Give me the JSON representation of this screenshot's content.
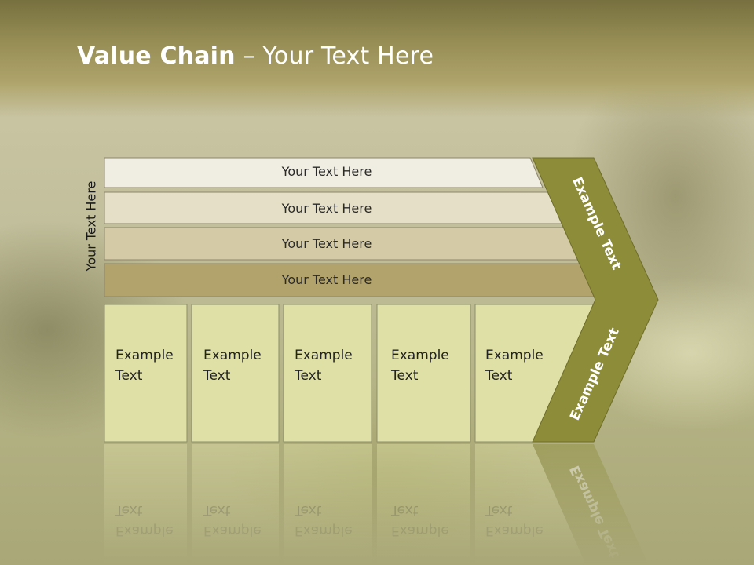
{
  "title": {
    "bold": "Value Chain",
    "rest": " – Your Text Here"
  },
  "side_label": "Your Text Here",
  "rows": [
    {
      "label": "Your Text Here",
      "fill": "#f0eee2"
    },
    {
      "label": "Your Text Here",
      "fill": "#e4dfc6"
    },
    {
      "label": "Your Text Here",
      "fill": "#d4cba6"
    },
    {
      "label": "Your Text Here",
      "fill": "#b2a26c"
    }
  ],
  "boxes": [
    {
      "line1": "Example",
      "line2": "Text"
    },
    {
      "line1": "Example",
      "line2": "Text"
    },
    {
      "line1": "Example",
      "line2": "Text"
    },
    {
      "line1": "Example",
      "line2": "Text"
    },
    {
      "line1": "Example",
      "line2": "Text"
    }
  ],
  "arrow": {
    "top_text": "Example Text",
    "bottom_text": "Example Text",
    "color": "#8d8c38"
  },
  "colors": {
    "box_fill": "#dfe0a6",
    "box_stroke": "#8e8e6a",
    "row_stroke": "#8c856a"
  }
}
